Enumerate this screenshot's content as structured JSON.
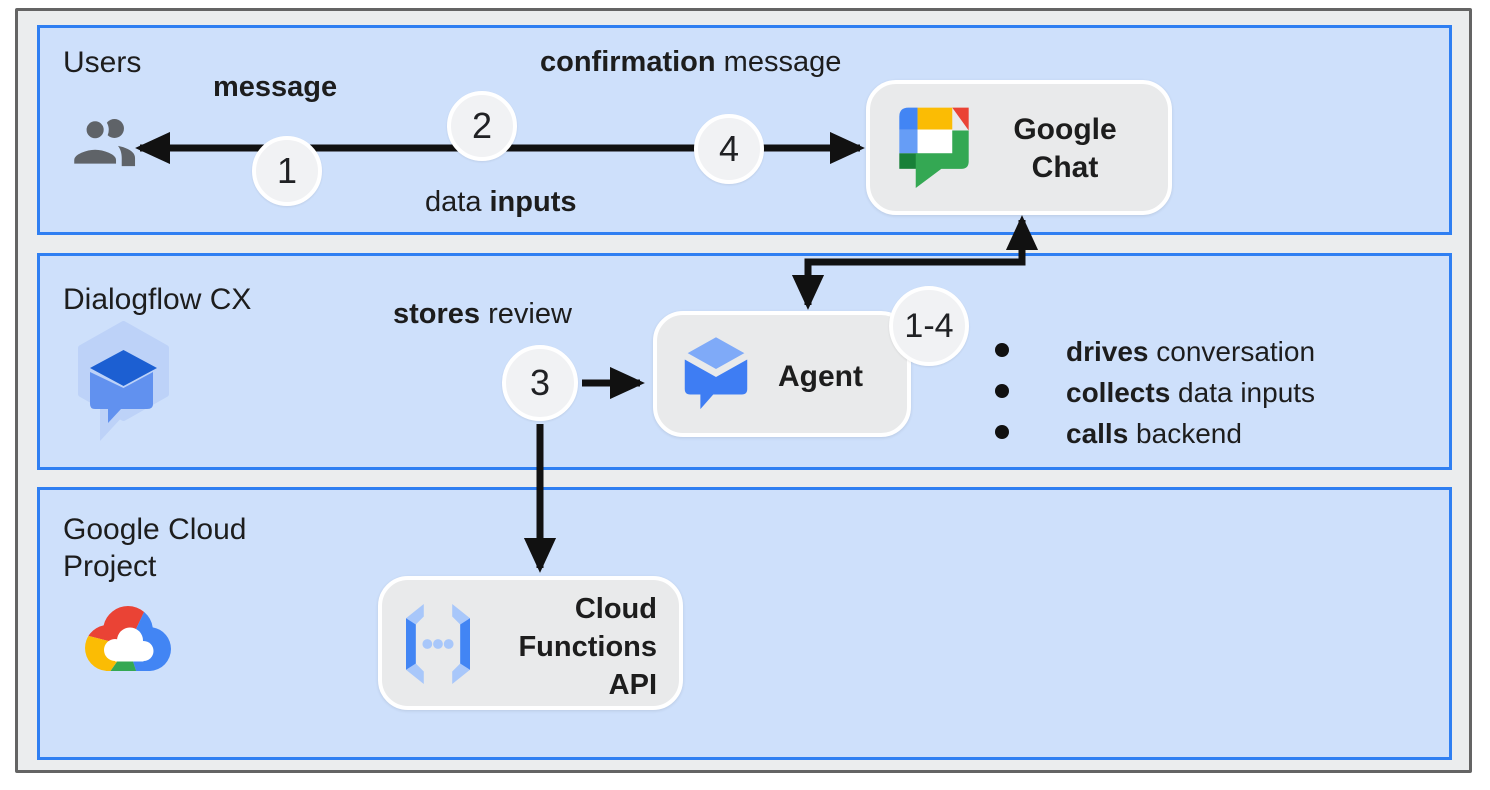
{
  "colors": {
    "band_fill": "#cee0fb",
    "band_border": "#2f7ff2",
    "frame_fill": "#ebedee",
    "frame_border": "#646464",
    "card_fill": "#e9eaeb",
    "circle_fill": "#f1f2f4",
    "arrow": "#111111",
    "google_blue": "#4285f4",
    "google_blue_light": "#669df6",
    "google_blue_pale": "#a8c7fa",
    "google_red": "#ea4335",
    "google_yellow": "#fbbc04",
    "google_green": "#34a853",
    "google_green_dark": "#188038",
    "icon_gray": "#5f6368"
  },
  "users_band": {
    "label": "Users",
    "message_label": {
      "bold": "message"
    },
    "confirmation_label": {
      "bold": "confirmation",
      "rest": " message"
    },
    "data_inputs_label": {
      "lead": "data ",
      "bold": "inputs"
    },
    "step_1": "1",
    "step_2": "2",
    "step_4": "4",
    "chat_card": {
      "line1": "Google",
      "line2": "Chat"
    }
  },
  "dialogflow_band": {
    "label": "Dialogflow CX",
    "stores_review_label": {
      "bold": "stores",
      "rest": " review"
    },
    "step_3": "3",
    "step_range": "1-4",
    "agent_card": {
      "label": "Agent"
    },
    "bullets": [
      {
        "bold": "drives",
        "rest": " conversation"
      },
      {
        "bold": "collects",
        "rest": " data inputs"
      },
      {
        "bold": "calls",
        "rest": " backend"
      }
    ]
  },
  "cloud_band": {
    "label_line1": "Google Cloud",
    "label_line2": "Project",
    "functions_card": {
      "line1": "Cloud",
      "line2": "Functions",
      "line3": "API"
    }
  },
  "icons": {
    "users": "users-group-icon",
    "google_chat": "google-chat-icon",
    "dialogflow_cx": "dialogflow-cx-icon",
    "agent": "dialogflow-agent-icon",
    "google_cloud": "google-cloud-icon",
    "cloud_functions": "cloud-functions-icon"
  }
}
